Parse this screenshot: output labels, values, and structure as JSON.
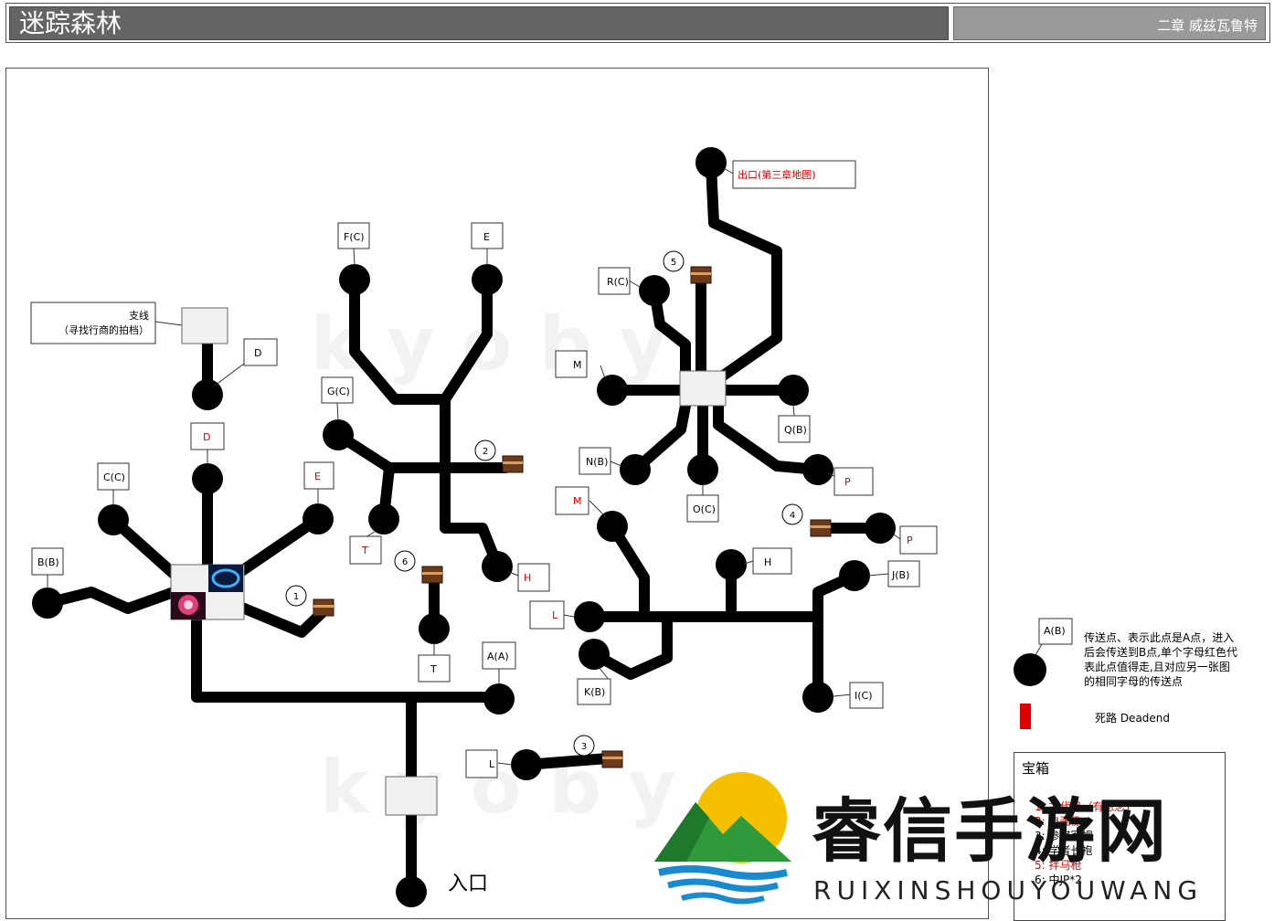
{
  "header": {
    "title": "迷踪森林",
    "chapter": "二章 威兹瓦鲁特"
  },
  "watermark_ghost": [
    "kyoby",
    "kyoby"
  ],
  "labels": {
    "branch": "支线",
    "branch_sub": "（寻找行商的拍档）",
    "entrance": "入口",
    "exit": "出口(第三章地图)",
    "D_top": "D",
    "C_C": "C(C)",
    "D_red": "D",
    "E_red": "E",
    "B_B": "B(B)",
    "F_C": "F(C)",
    "E_top": "E",
    "G_C": "G(C)",
    "T1": "T",
    "T2": "T",
    "H_red": "H",
    "A_A": "A(A)",
    "L1": "L",
    "R_C": "R(C)",
    "M1": "M",
    "Q_B": "Q(B)",
    "N_B": "N(B)",
    "O_C": "O(C)",
    "P1": "P",
    "M_red": "M",
    "P2": "P",
    "H2": "H",
    "J_B": "J(B)",
    "L_red": "L",
    "K_B": "K(B)",
    "I_C": "I(C)",
    "chest1": "1",
    "chest2": "2",
    "chest3": "3",
    "chest4": "4",
    "chest5": "5",
    "chest6": "6"
  },
  "legend": {
    "node_label": "A(B)",
    "node_desc": [
      "传送点、表示此点是A点，进入",
      "后会传送到B点,单个字母红色代",
      "表此点值得走,且对应另一张图",
      "的相同字母的传送点"
    ],
    "deadend": "死路 Deadend"
  },
  "treasure": {
    "title": "宝箱",
    "items": [
      {
        "text": "1: 古代弓（有怨念）",
        "color": "#e00000"
      },
      {
        "text": "2: 自画像",
        "color": "#e00000"
      },
      {
        "text": "3: 参谋军帽",
        "color": "#000000"
      },
      {
        "text": "4: 学者长袍",
        "color": "#000000"
      },
      {
        "text": "5: 拌马枪",
        "color": "#e00000"
      },
      {
        "text": "6: 中JP*2",
        "color": "#000000"
      }
    ]
  },
  "site_watermark": {
    "name": "睿信手游网",
    "domain": "RUIXINSHOUYOUWANG"
  },
  "colors": {
    "title_bg": "#646464",
    "chapter_bg": "#9a9a9a",
    "path": "#000000",
    "red": "#e00000"
  }
}
